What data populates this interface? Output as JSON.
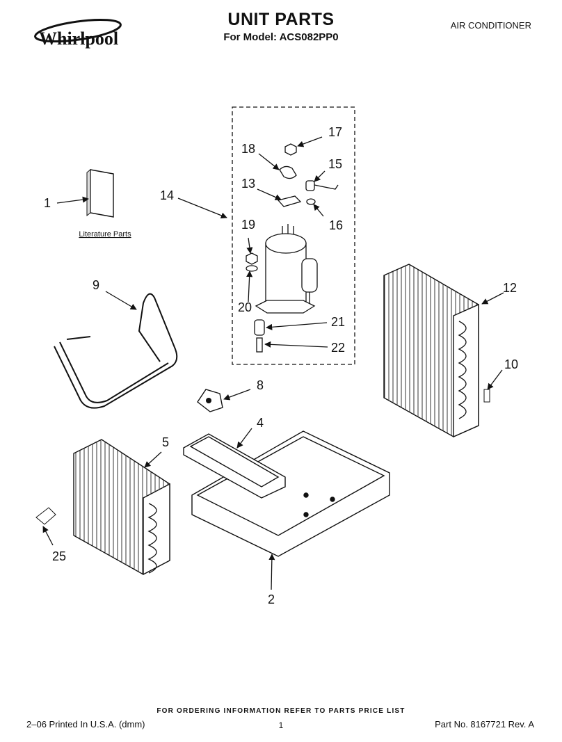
{
  "header": {
    "brand": "Whirlpool",
    "title": "UNIT PARTS",
    "subtitle": "For Model: ACS082PP0",
    "category": "AIR CONDITIONER"
  },
  "diagram": {
    "callouts": [
      "1",
      "2",
      "4",
      "5",
      "8",
      "9",
      "10",
      "12",
      "13",
      "14",
      "15",
      "16",
      "17",
      "18",
      "19",
      "20",
      "21",
      "22",
      "25"
    ],
    "literature_label": "Literature Parts"
  },
  "footer": {
    "order_note": "FOR ORDERING INFORMATION REFER TO PARTS PRICE LIST",
    "print_info": "2–06 Printed In U.S.A. (dmm)",
    "page": "1",
    "part_number": "Part No. 8167721 Rev. A"
  }
}
